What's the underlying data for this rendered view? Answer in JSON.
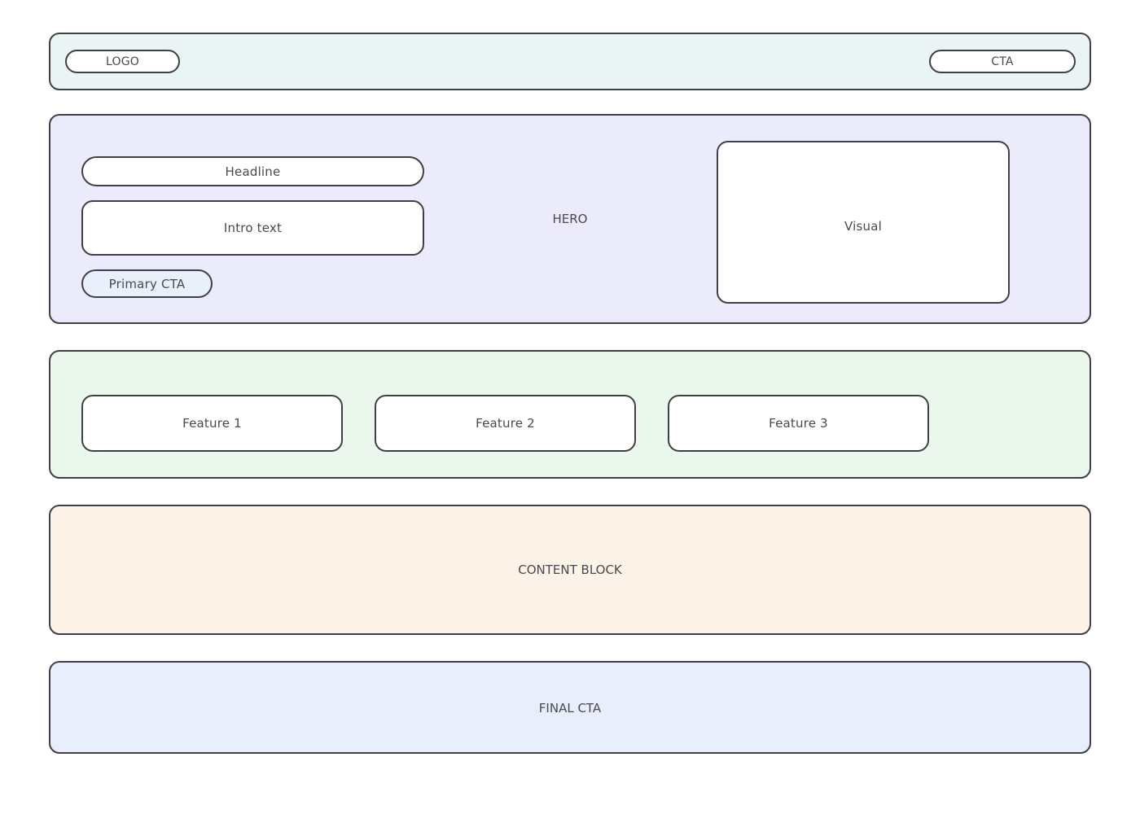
{
  "page": {
    "background": "#ffffff",
    "border_color": "#3f4045",
    "text_color": "#49494f"
  },
  "header": {
    "name": "header-bar",
    "background": "#eaf4f4",
    "logo_label": "LOGO",
    "cta_label": "CTA"
  },
  "hero": {
    "name": "hero-section",
    "background": "#ecebfb",
    "section_label": "HERO",
    "headline_label": "Headline",
    "intro_label": "Intro text",
    "primary_cta_label": "Primary CTA",
    "primary_cta_background": "#eaf0fb",
    "visual_label": "Visual"
  },
  "features": {
    "name": "features-section",
    "background": "#ecf7ee",
    "cards": [
      {
        "label": "Feature 1"
      },
      {
        "label": "Feature 2"
      },
      {
        "label": "Feature 3"
      }
    ]
  },
  "content": {
    "name": "content-block-section",
    "background": "#fdf3e9",
    "label": "CONTENT BLOCK"
  },
  "final_cta": {
    "name": "final-cta-section",
    "background": "#e8eefb",
    "label": "FINAL CTA"
  }
}
